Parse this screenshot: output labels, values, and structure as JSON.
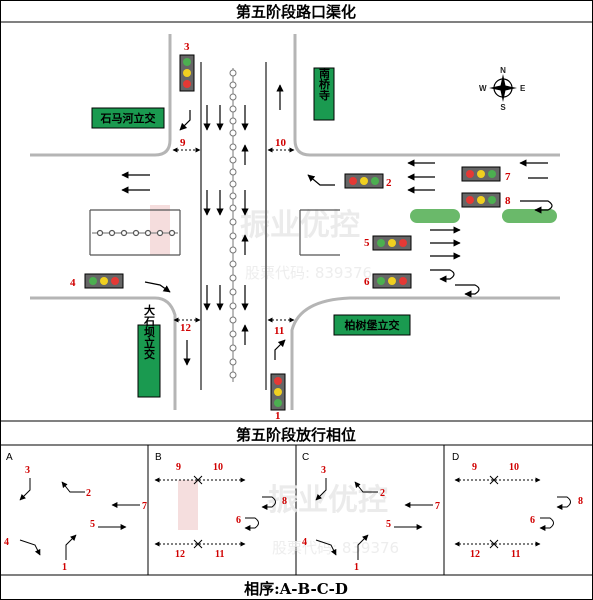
{
  "title": "第五阶段路口渠化",
  "phase_title": "第五阶段放行相位",
  "sequence": "相序:A-B-C-D",
  "watermark": {
    "brand": "振业优控",
    "code": "股票代码: 839376"
  },
  "places": {
    "shimahe": "石马河立交",
    "nanqiao": "南桥寺",
    "dashiba": "大石坝立交",
    "baishubao": "柏树堡立交"
  },
  "signal_labels": [
    "1",
    "2",
    "3",
    "4",
    "5",
    "6",
    "7",
    "8"
  ],
  "crossing_labels": [
    "9",
    "10",
    "11",
    "12"
  ],
  "compass": {
    "n": "N",
    "s": "S",
    "e": "E",
    "w": "W"
  },
  "phases": [
    {
      "id": "A",
      "movements": [
        "3",
        "2",
        "7",
        "4",
        "5",
        "1"
      ]
    },
    {
      "id": "B",
      "movements": [
        "9",
        "10",
        "8",
        "6",
        "12",
        "11"
      ]
    },
    {
      "id": "C",
      "movements": [
        "3",
        "2",
        "7",
        "4",
        "5",
        "1"
      ]
    },
    {
      "id": "D",
      "movements": [
        "9",
        "10",
        "8",
        "6",
        "12",
        "11"
      ]
    }
  ]
}
